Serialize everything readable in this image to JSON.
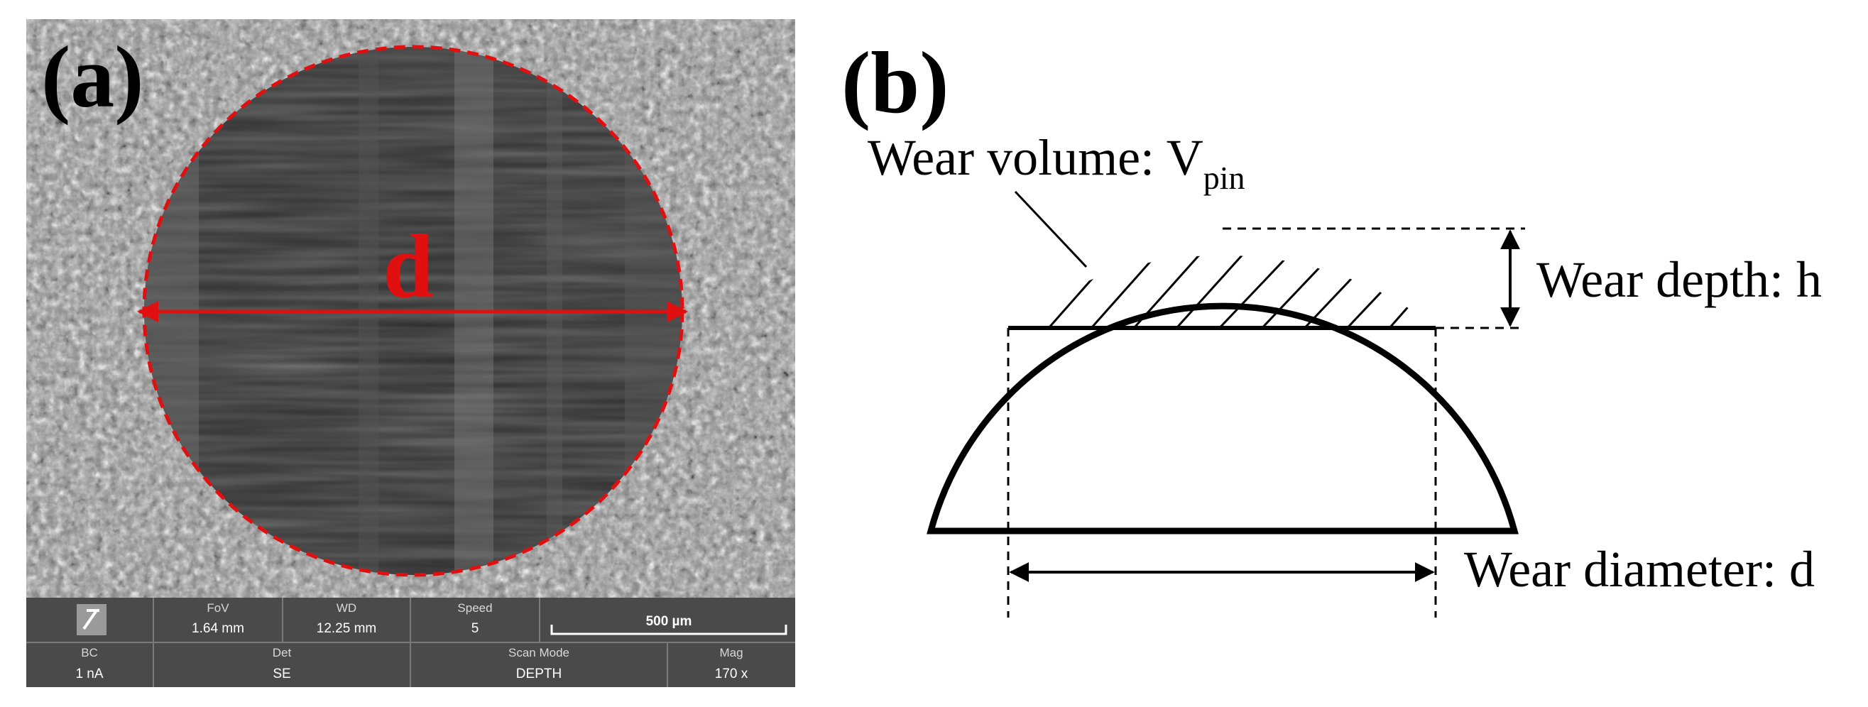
{
  "panel_a": {
    "label": "(a)",
    "measure_label": "d",
    "colors": {
      "annotation": "#e01010",
      "bar_bg": "#4a4a4a",
      "bar_divider": "#7a7a7a"
    },
    "sem_bar": {
      "icon": "microscope-logo-icon",
      "row1": [
        {
          "label": "FoV",
          "value": "1.64 mm"
        },
        {
          "label": "WD",
          "value": "12.25 mm"
        },
        {
          "label": "Speed",
          "value": "5"
        }
      ],
      "scale_bar": "500 µm",
      "row2": [
        {
          "label": "BC",
          "value": "1 nA"
        },
        {
          "label": "Det",
          "value": "SE"
        },
        {
          "label": "Scan Mode",
          "value": "DEPTH"
        },
        {
          "label": "Mag",
          "value": "170 x"
        }
      ]
    }
  },
  "panel_b": {
    "label": "(b)",
    "wear_volume_label": "Wear volume: V",
    "wear_volume_subscript": "pin",
    "wear_depth_label": "Wear depth: h",
    "wear_diameter_label": "Wear diameter: d"
  }
}
